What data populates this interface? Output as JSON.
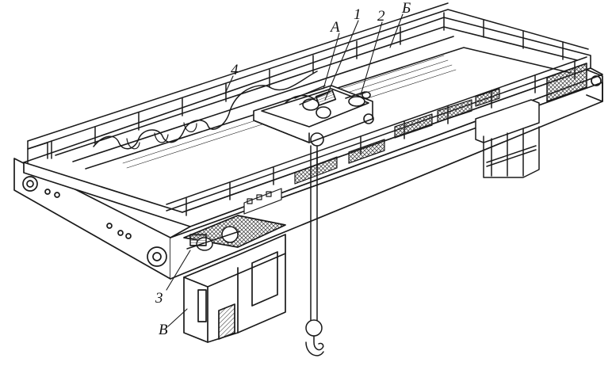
{
  "labels": {
    "a": "А",
    "one": "1",
    "two": "2",
    "b": "Б",
    "four": "4",
    "three": "3",
    "v": "В"
  },
  "colors": {
    "ink": "#1a1a1a",
    "paper": "#ffffff",
    "hatch": "#3a3a3a"
  }
}
